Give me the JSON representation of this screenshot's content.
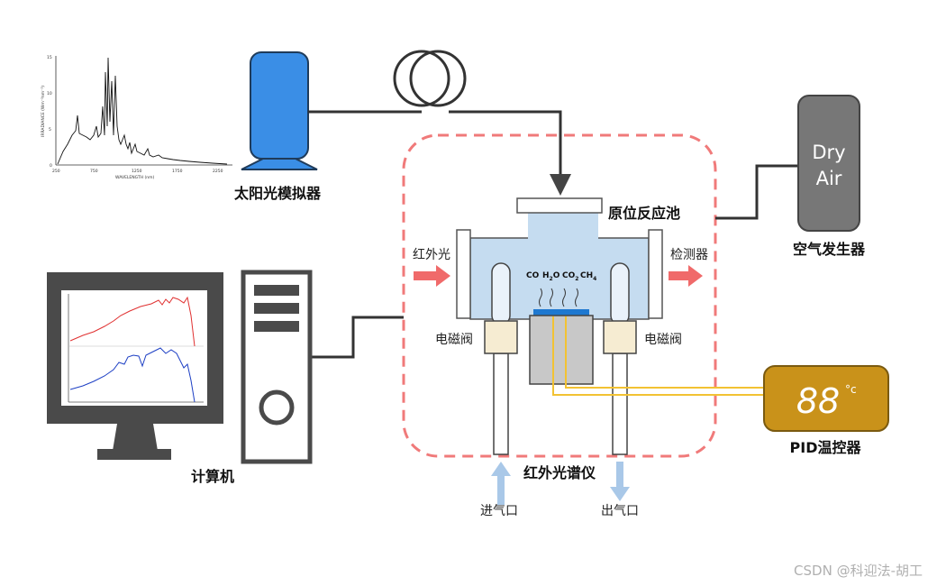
{
  "labels": {
    "solar_simulator": "太阳光模拟器",
    "reaction_cell": "原位反应池",
    "air_generator": "空气发生器",
    "dry_air_line1": "Dry",
    "dry_air_line2": "Air",
    "infrared_light": "红外光",
    "detector": "检测器",
    "solenoid_left": "电磁阀",
    "solenoid_right": "电磁阀",
    "computer": "计算机",
    "ir_spectrometer": "红外光谱仪",
    "gas_inlet": "进气口",
    "gas_outlet": "出气口",
    "pid_controller": "PID温控器",
    "pid_display": "88",
    "pid_unit": "°c",
    "watermark": "CSDN @科迎法-胡工"
  },
  "gases": {
    "co": "CO",
    "h2o_h": "H",
    "h2o_sub": "2",
    "h2o_o": "O",
    "co2_co": "CO",
    "co2_sub": "2",
    "ch4_ch": "CH",
    "ch4_sub": "4"
  },
  "spectrum_inset": {
    "y_axis_label": "IRRADIANCE (Wm⁻²nm⁻¹)",
    "x_axis_label": "WAVELENGTH (nm)",
    "y_ticks": [
      "15",
      "10",
      "5",
      "0"
    ],
    "x_ticks": [
      "250",
      "750",
      "1250",
      "1750",
      "2250"
    ]
  },
  "colors": {
    "blue_device": "#3a8ee6",
    "cell_fill": "#c5dcf0",
    "dashed_box": "#f07a7a",
    "arrow_red": "#f06a6a",
    "arrow_blue": "#a9c8e8",
    "gray_device": "#777777",
    "pid_gold": "#c9921a",
    "wire_yellow": "#f2c233",
    "computer_dark": "#4a4a4a"
  }
}
